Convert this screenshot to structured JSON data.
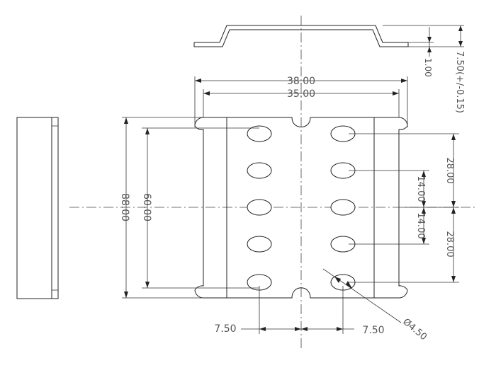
{
  "dimensions": {
    "overall_width": "38.00",
    "inner_width": "35.00",
    "overall_length": "88.00",
    "hole_span": "60.00",
    "pitch_right_top": "28.00",
    "pitch_right_bottom": "28.00",
    "pitch_inner_top": "14.00",
    "pitch_inner_bottom": "14.00",
    "offset_left": "7.50",
    "offset_right": "7.50",
    "hole_diameter": "Ø4.50",
    "height_tolerance": "7.50(+/-0.15)",
    "thickness": "1.00"
  },
  "colors": {
    "line": "#222222",
    "text": "#555555",
    "background": "#ffffff"
  }
}
